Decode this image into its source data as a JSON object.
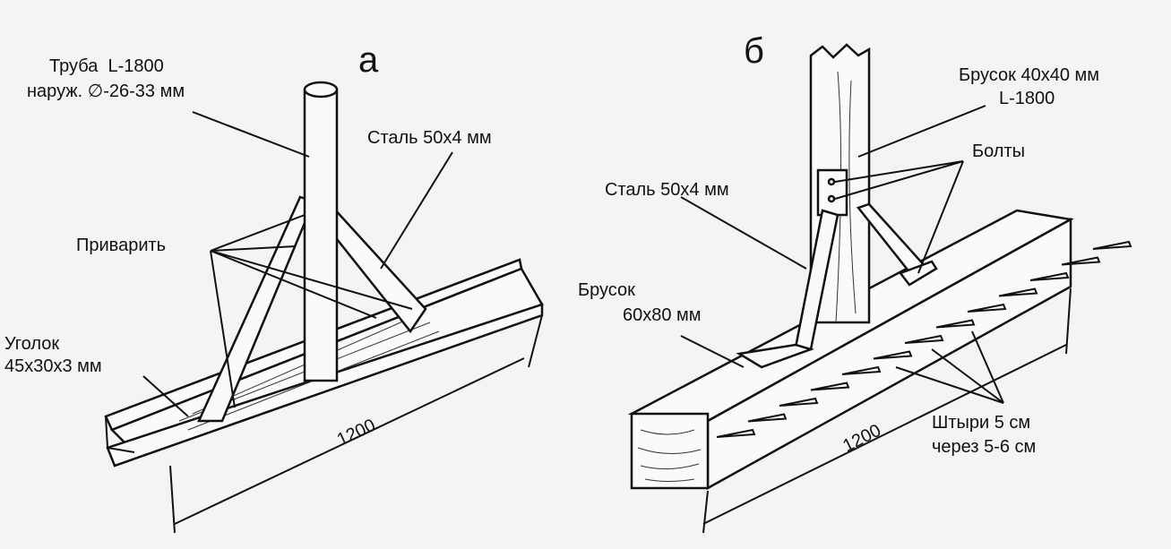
{
  "figure_a": {
    "letter": "а",
    "pipe_label_line1": "Труба  L-1800",
    "pipe_label_line2": "наруж. ∅-26-33 мм",
    "steel_label": "Сталь 50х4 мм",
    "weld_label": "Приварить",
    "angle_label_line1": "Уголок",
    "angle_label_line2": "45х30х3 мм",
    "dimension": "1200"
  },
  "figure_b": {
    "letter": "б",
    "bar_label_line1": "Брусок 40х40 мм",
    "bar_label_line2": "L-1800",
    "bolts_label": "Болты",
    "steel_label": "Сталь 50х4 мм",
    "beam_label_line1": "Брусок",
    "beam_label_line2": "60х80 мм",
    "dimension": "1200",
    "spikes_label_line1": "Штыри 5 см",
    "spikes_label_line2": "через 5-6 см",
    "spike_count": 13
  }
}
